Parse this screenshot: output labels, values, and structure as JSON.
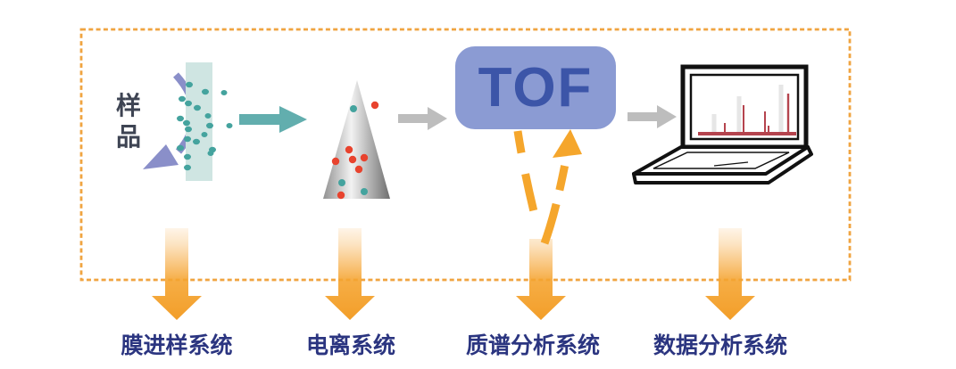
{
  "diagram": {
    "description": "Membrane-inlet TOF mass spectrometer workflow diagram",
    "sample": {
      "label": "样品"
    },
    "tof": {
      "label": "TOF"
    },
    "stages": [
      {
        "id": "membrane-inlet",
        "label": "膜进样系统"
      },
      {
        "id": "ionization",
        "label": "电离系统"
      },
      {
        "id": "mass-analysis",
        "label": "质谱分析系统"
      },
      {
        "id": "data-analysis",
        "label": "数据分析系统"
      }
    ],
    "icons": [
      "sample-recycle-arrow-icon",
      "membrane-icon",
      "molecule-dot-icon",
      "flow-arrow-icon",
      "ionization-cone-icon",
      "tof-box",
      "reflectron-path-icon",
      "laptop-icon",
      "mass-spectrum-icon",
      "stage-down-arrow-icon",
      "dashed-boundary-box"
    ]
  },
  "colors": {
    "accent_orange": "#F0A440",
    "arrow_orange": "#F5A62C",
    "navy": "#2B3580",
    "sample_text": "#3E4453",
    "teal": "#62AEAE",
    "membrane": "#CFE5E2",
    "teal_dot": "#44A39E",
    "red_dot": "#E8432E",
    "purple": "#8A8FC9",
    "gray_arrow": "#BDBDBD",
    "tof_fill": "#8B9BD3",
    "tof_text": "#3C55A8",
    "laptop_line": "#111111",
    "spectrum_red": "#B5444E",
    "spectrum_faint": "#E6E6E6"
  }
}
